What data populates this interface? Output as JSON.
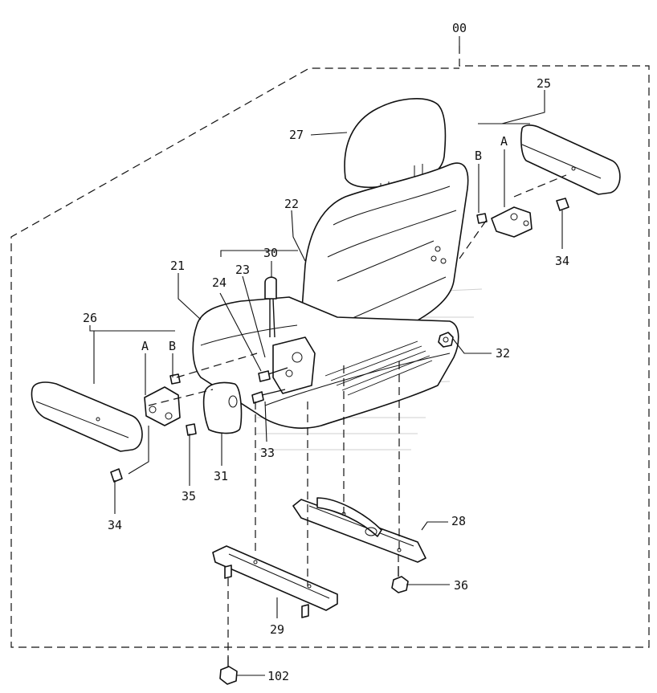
{
  "labels": {
    "assembly": "00",
    "headrest": "27",
    "backrest": "22",
    "cushion": "21",
    "lever": "30",
    "bolt_23": "23",
    "bolt_24": "24",
    "armrest_right": "25",
    "armrest_left": "26",
    "bracket_a_right": "A",
    "bracket_b_right": "B",
    "bracket_a_left": "A",
    "bracket_b_left": "B",
    "knob_right": "34",
    "knob_left": "34",
    "nut_32": "32",
    "cover_31": "31",
    "bolt_33": "33",
    "screw_35": "35",
    "rail_right": "28",
    "rail_left": "29",
    "nut_36": "36",
    "nut_102": "102"
  }
}
